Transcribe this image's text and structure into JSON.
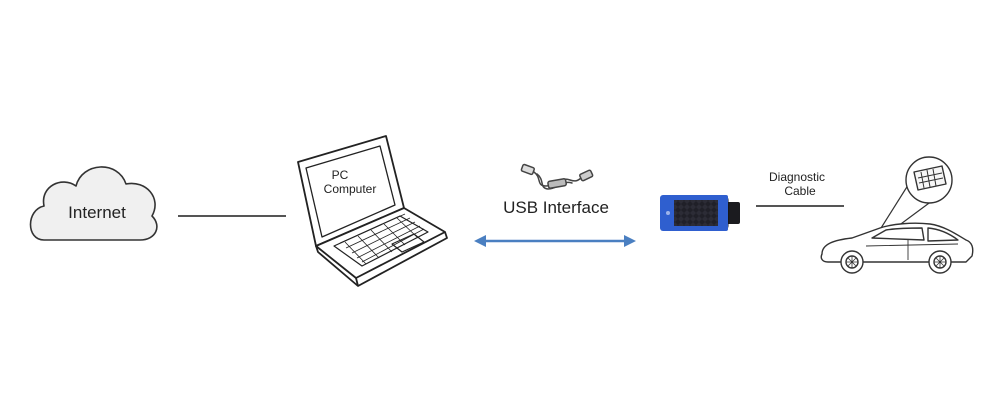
{
  "diagram": {
    "nodes": {
      "internet": {
        "label": "Internet",
        "icon": "cloud-icon"
      },
      "pc": {
        "label_line1": "PC",
        "label_line2": "Computer",
        "icon": "laptop-icon"
      },
      "usb": {
        "label": "USB Interface",
        "icon": "usb-cable-icon"
      },
      "interface": {
        "icon": "obd-interface-device-icon"
      },
      "car": {
        "icon": "car-icon"
      }
    },
    "edges": {
      "internet_pc": {
        "style": "line"
      },
      "pc_interface": {
        "style": "double-arrow",
        "color": "#4a7fc1"
      },
      "interface_car": {
        "label_line1": "Diagnostic",
        "label_line2": "Cable",
        "style": "line"
      }
    },
    "colors": {
      "line": "#555555",
      "arrow": "#4a7fc1",
      "device_blue": "#2f5fcf",
      "device_dark": "#1e1e24",
      "cloud_fill": "#f0f0f0",
      "stroke": "#333333"
    }
  }
}
